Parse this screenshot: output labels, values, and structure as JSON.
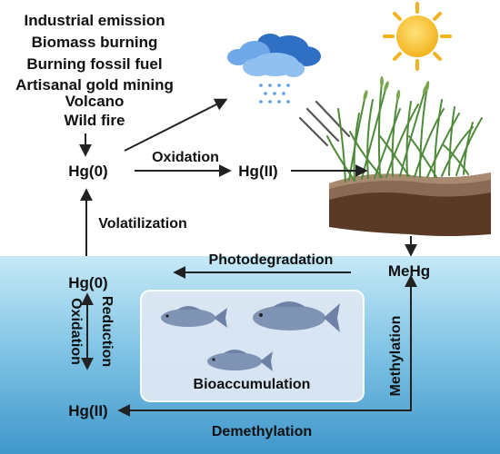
{
  "sources": [
    "Industrial emission",
    "Biomass burning",
    "Burning fossil fuel",
    "Artisanal gold mining",
    "Volcano",
    "Wild fire"
  ],
  "species": {
    "hg0_air": "Hg(0)",
    "hg2_air": "Hg(II)",
    "hg0_water": "Hg(0)",
    "hg2_water": "Hg(II)",
    "mehg": "MeHg"
  },
  "processes": {
    "oxidation_air": "Oxidation",
    "volatilization": "Volatilization",
    "photodegradation": "Photodegradation",
    "oxidation_water": "Oxidation",
    "reduction": "Reduction",
    "methylation": "Methylation",
    "demethylation": "Demethylation",
    "bioaccumulation": "Bioaccumulation"
  },
  "colors": {
    "water_top": "#bfe6f6",
    "water_bottom": "#4aa0d0",
    "sun": "#f6c12c",
    "cloud_dark": "#2f6fc4",
    "cloud_light": "#7fb4ec",
    "fish": "#7f93b5",
    "soil": "#6b4a34",
    "grass": "#4f8a3a",
    "arrow": "#222222"
  }
}
